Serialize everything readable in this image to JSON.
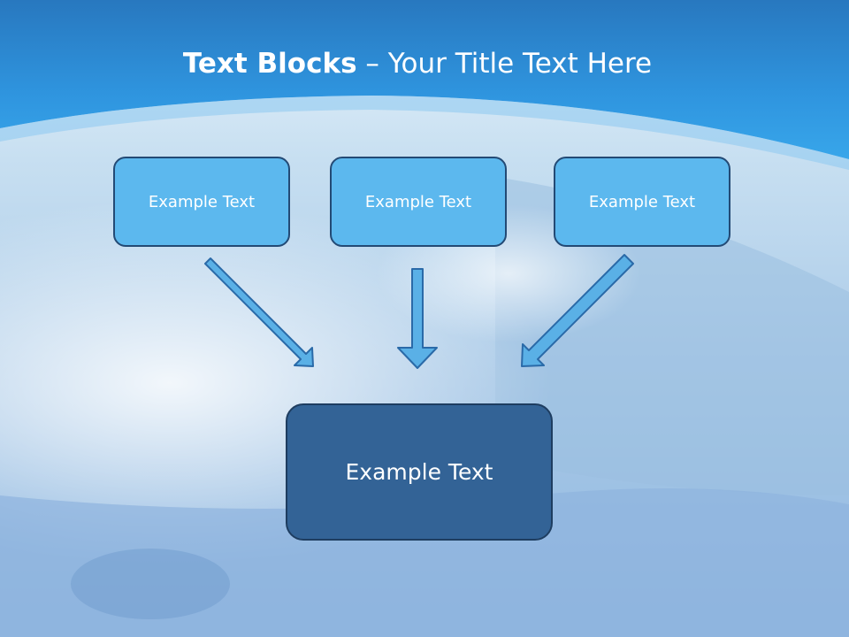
{
  "title": {
    "bold": "Text Blocks",
    "dash": " – ",
    "rest": "Your Title Text Here"
  },
  "blocks": [
    {
      "label": "Example Text"
    },
    {
      "label": "Example Text"
    },
    {
      "label": "Example Text"
    }
  ],
  "target": {
    "label": "Example Text"
  },
  "colors": {
    "header_blue": "#2f8fd6",
    "small_box_fill": "#5cb8ee",
    "big_box_fill": "#336396",
    "arrow_fill": "#5ab0e6",
    "arrow_stroke": "#2a6aa8"
  }
}
